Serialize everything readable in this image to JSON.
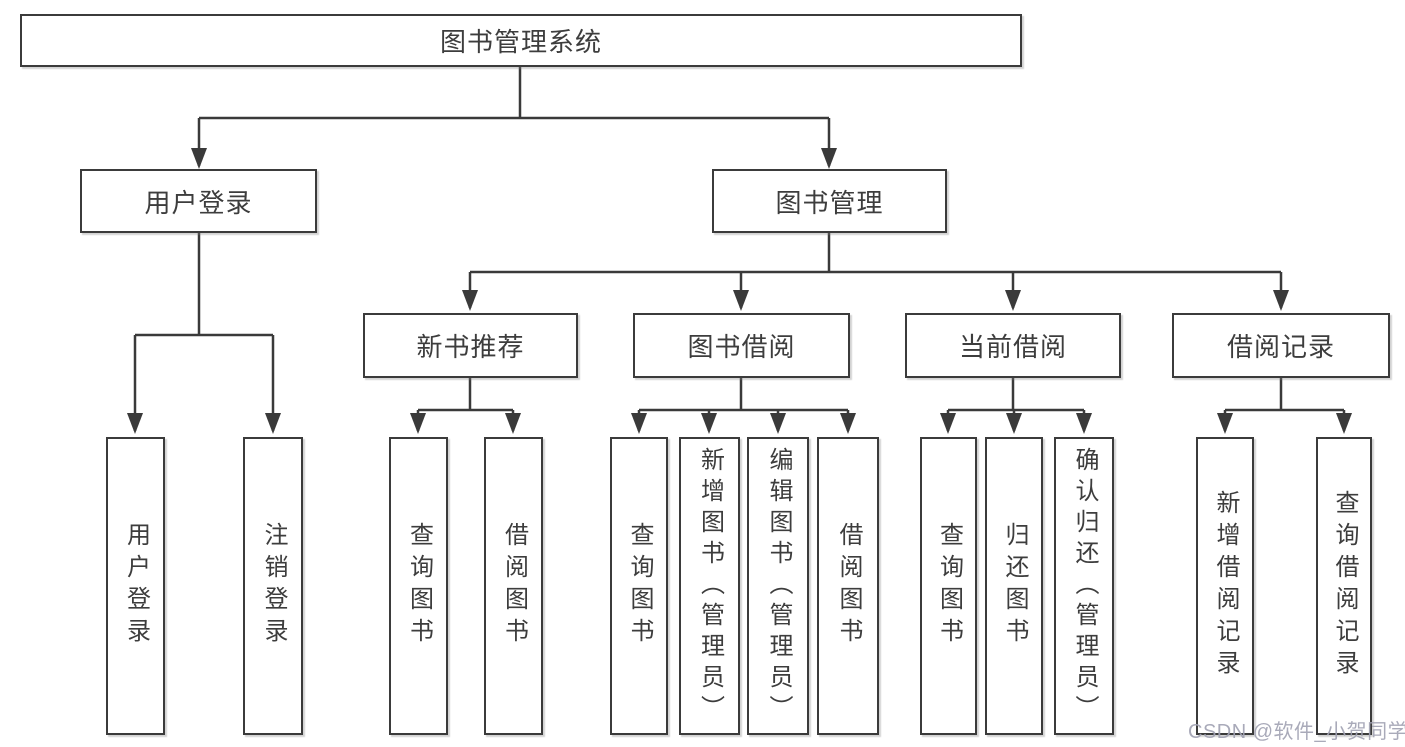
{
  "watermark": {
    "text": "CSDN @软件_小贺同学",
    "color": "#a2a3b4"
  },
  "diagram": {
    "colors": {
      "line": "#3a3a3a",
      "box_border": "#3b3b3b",
      "text": "#3d3d3d",
      "background": "#ffffff"
    },
    "root": {
      "label": "图书管理系统"
    },
    "level2": {
      "user_login": {
        "label": "用户登录",
        "children": [
          "用户登录",
          "注销登录"
        ]
      },
      "book_mgmt": {
        "label": "图书管理"
      }
    },
    "level3": {
      "new_book_rec": {
        "label": "新书推荐",
        "children": [
          "查询图书",
          "借阅图书"
        ]
      },
      "book_borrow": {
        "label": "图书借阅",
        "children": [
          "查询图书",
          "新增图书（管理员）",
          "编辑图书（管理员）",
          "借阅图书"
        ]
      },
      "current_borrow": {
        "label": "当前借阅",
        "children": [
          "查询图书",
          "归还图书",
          "确认归还（管理员）"
        ]
      },
      "borrow_record": {
        "label": "借阅记录",
        "children": [
          "新增借阅记录",
          "查询借阅记录"
        ]
      }
    }
  }
}
